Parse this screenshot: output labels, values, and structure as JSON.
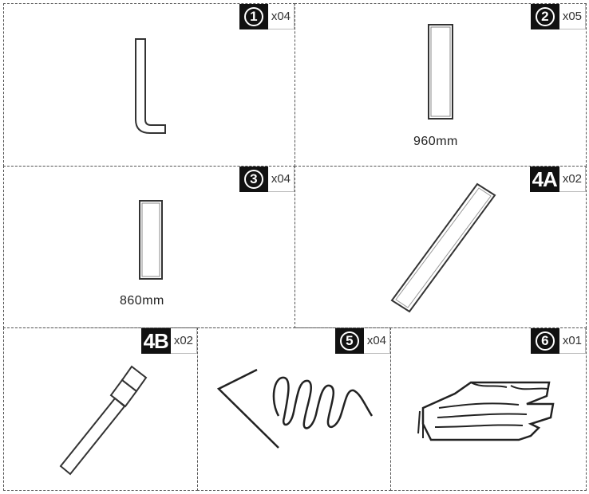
{
  "parts": [
    {
      "id": "1",
      "qty": "x04",
      "dimension": ""
    },
    {
      "id": "2",
      "qty": "x05",
      "dimension": "960mm"
    },
    {
      "id": "3",
      "qty": "x04",
      "dimension": "860mm"
    },
    {
      "id": "4A",
      "qty": "x02",
      "dimension": ""
    },
    {
      "id": "4B",
      "qty": "x02",
      "dimension": ""
    },
    {
      "id": "5",
      "qty": "x04",
      "dimension": ""
    },
    {
      "id": "6",
      "qty": "x01",
      "dimension": ""
    }
  ],
  "icons": {
    "1": "allen-key-icon",
    "2": "long-rod-icon",
    "3": "short-rod-icon",
    "4A": "diagonal-bar-icon",
    "4B": "sleeved-bar-icon",
    "5": "spring-wire-icon",
    "6": "fabric-cover-icon"
  }
}
